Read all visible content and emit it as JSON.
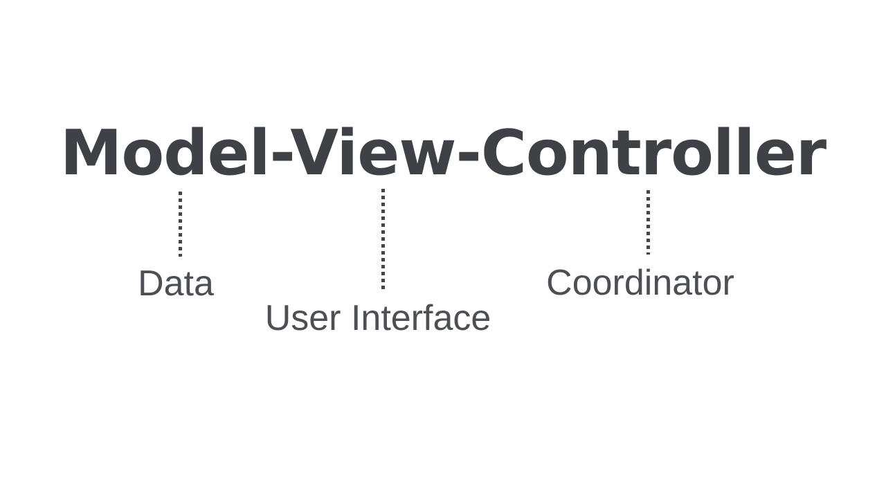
{
  "title": "Model-View-Controller",
  "annotations": [
    {
      "component": "Model",
      "label": "Data"
    },
    {
      "component": "View",
      "label": "User Interface"
    },
    {
      "component": "Controller",
      "label": "Coordinator"
    }
  ],
  "colors": {
    "background": "#ffffff",
    "title_text": "#3e4247",
    "label_text": "#4c5055",
    "connector_line": "#42464b"
  }
}
